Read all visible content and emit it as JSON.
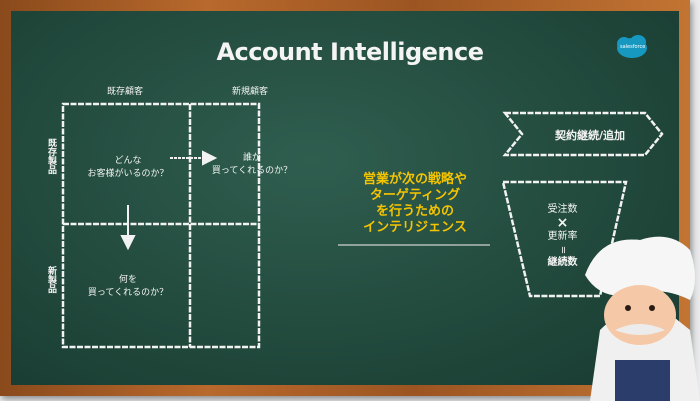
{
  "slide": {
    "title": "Account Intelligence",
    "logo_text": "salesforce",
    "matrix": {
      "col_headers": [
        "既存顧客",
        "新規顧客"
      ],
      "row_headers": [
        "既存製品",
        "新製品"
      ],
      "cells": {
        "top_left": [
          "どんな",
          "お客様がいるのか？"
        ],
        "top_right": [
          "誰が",
          "買ってくれるのか？"
        ],
        "bottom_left": [
          "何を",
          "買ってくれるのか？"
        ]
      }
    },
    "tagline": [
      "営業が次の戦略や",
      "ターゲティング",
      "を行うための",
      "インテリジェンス"
    ],
    "arrow_label": "契約継続/追加",
    "funnel": [
      "受注数",
      "×",
      "更新率",
      "=",
      "継続数"
    ]
  },
  "colors": {
    "board": "#224a3d",
    "frame": "#a85e26",
    "chalk": "#f4f4f4",
    "accent": "#f5c400",
    "logo": "#1798c1"
  }
}
